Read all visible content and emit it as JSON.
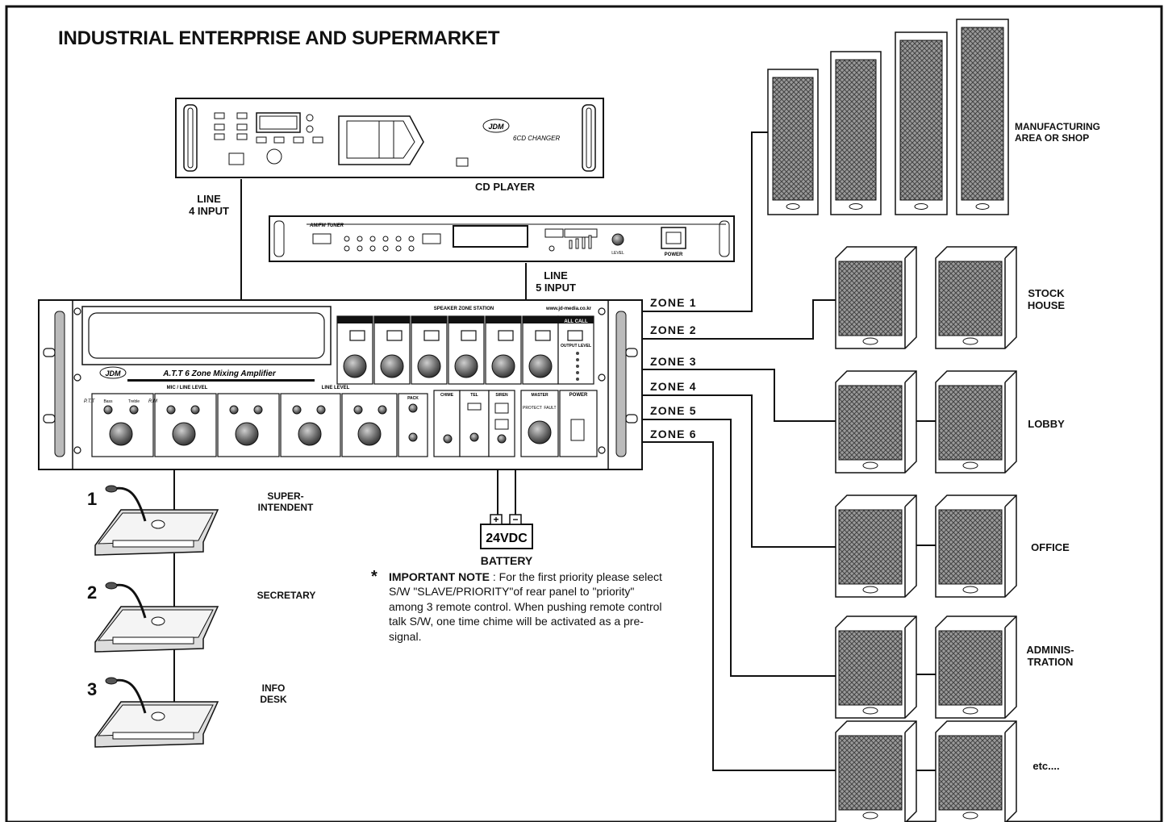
{
  "title": "INDUSTRIAL ENTERPRISE AND SUPERMARKET",
  "cd_player": {
    "label": "CD PLAYER",
    "brand": "JDM",
    "model": "6CD CHANGER"
  },
  "tuner": {
    "brand": "AM/FM TUNER",
    "power_label": "POWER",
    "level_label": "LEVEL"
  },
  "inputs": {
    "line4": "LINE\n4 INPUT",
    "line5": "LINE\n5 INPUT"
  },
  "amplifier": {
    "brand": "JDM",
    "model": "A.T.T 6 Zone Mixing Amplifier",
    "speaker_zone_station": "SPEAKER ZONE STATION",
    "website": "www.jd-media.co.kr",
    "all_call": "ALL CALL",
    "output_level": "OUTPUT LEVEL",
    "mic_line_level": "MIC / LINE LEVEL",
    "line_level": "LINE LEVEL",
    "pack": "PACK",
    "chime": "CHIME",
    "tel": "TEL",
    "siren": "SIREN",
    "master": "MASTER",
    "power": "POWER",
    "protect": "PROTECT",
    "fault": "FAULT",
    "bass": "Bass",
    "treble": "Treble",
    "ptt": "P.T.T",
    "rm": "R.M"
  },
  "zones": [
    "ZONE 1",
    "ZONE 2",
    "ZONE 3",
    "ZONE 4",
    "ZONE 5",
    "ZONE 6"
  ],
  "areas": [
    "MANUFACTURING\nAREA OR SHOP",
    "STOCK\nHOUSE",
    "LOBBY",
    "OFFICE",
    "ADMINIS-\nTRATION",
    "etc...."
  ],
  "remotes": [
    {
      "number": "1",
      "label": "SUPER-\nINTENDENT"
    },
    {
      "number": "2",
      "label": "SECRETARY"
    },
    {
      "number": "3",
      "label": "INFO\nDESK"
    }
  ],
  "battery": {
    "voltage": "24VDC",
    "label": "BATTERY",
    "plus": "+",
    "minus": "−"
  },
  "note": {
    "star": "*",
    "heading": "IMPORTANT NOTE",
    "text": ": For the first priority please select S/W \"SLAVE/PRIORITY\"of rear panel to \"priority\" among 3 remote control. When pushing remote control talk S/W, one time chime will be activated as a pre-signal."
  },
  "colors": {
    "ink": "#111111",
    "speaker_grille": "#8c8c8c",
    "panel": "#ffffff",
    "knob": "#5a5a5a"
  }
}
